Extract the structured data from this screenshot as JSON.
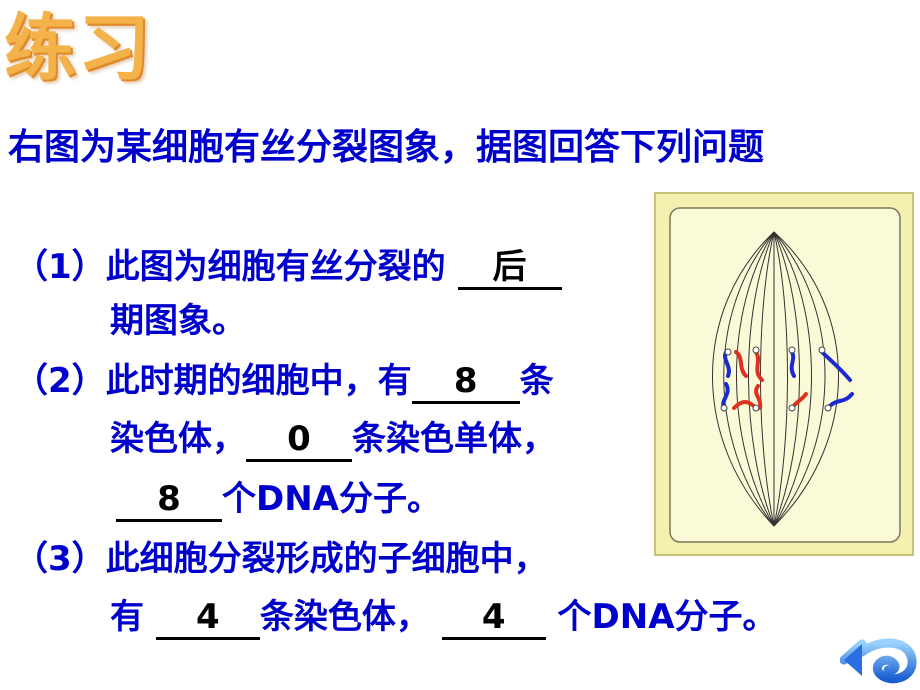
{
  "title": "练习",
  "intro": "右图为某细胞有丝分裂图象，据图回答下列问题",
  "q1": {
    "num": "（1）",
    "text_a": "此图为细胞有丝分裂的",
    "answer": "后",
    "text_b": "期图象。"
  },
  "q2": {
    "num": "（2）",
    "text_a": "此时期的细胞中，有",
    "answer1": "8",
    "text_b": "条",
    "text_c": "染色体，",
    "answer2": "0",
    "text_d": "条染色单体，",
    "answer3": "8",
    "text_e": "个DNA分子。"
  },
  "q3": {
    "num": "（3）",
    "text_a": "此细胞分裂形成的子细胞中，",
    "text_b": "有",
    "answer1": "4",
    "text_c": "条染色体，",
    "answer2": "4",
    "text_d": "个DNA分子。"
  },
  "colors": {
    "title": "#f3b24a",
    "question_text": "#0000cc",
    "answer": "#000000",
    "cell_fill": "#f7f4b8",
    "chromosome_red": "#e03020",
    "chromosome_blue": "#1a2ad0"
  },
  "icons": {
    "back": "back-arrow-icon"
  }
}
